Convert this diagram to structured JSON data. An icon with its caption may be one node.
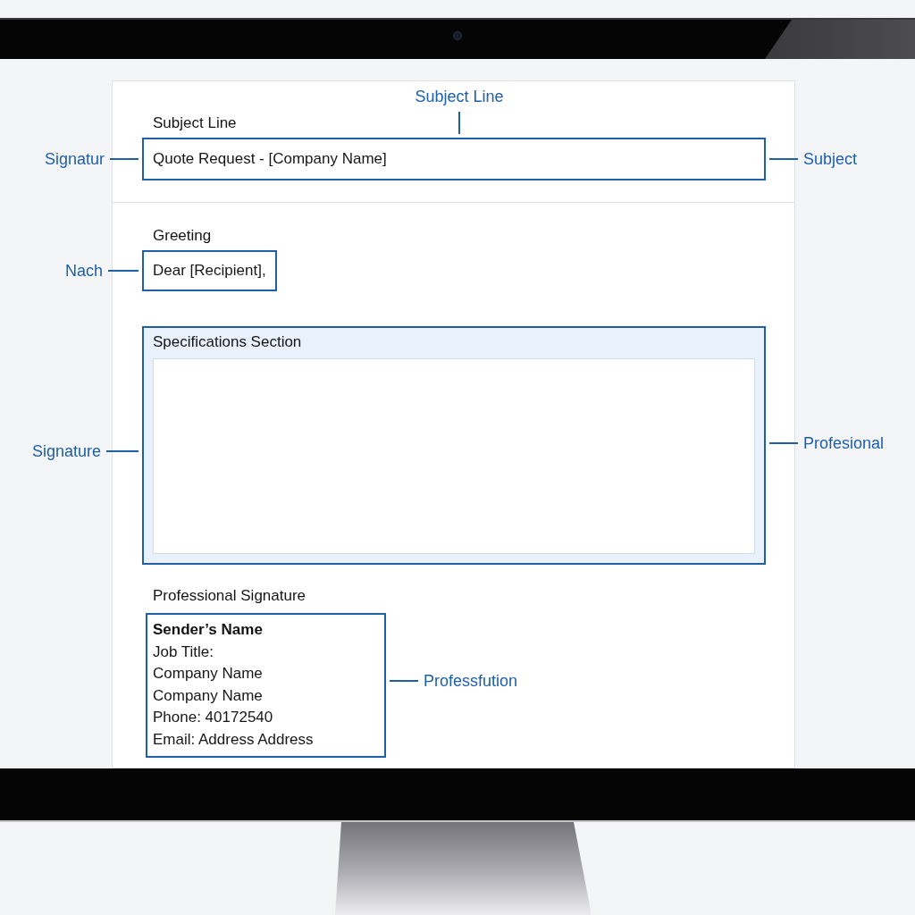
{
  "diagram": {
    "nodes": [
      {
        "text": [
          "Subject Line"
        ]
      },
      {
        "text": [
          "Subject Line",
          "Quote Request - [Company Name]"
        ]
      },
      {
        "text": [
          "Signatur"
        ]
      },
      {
        "text": [
          "Subject"
        ]
      },
      {
        "text": [
          "Greeting",
          "Dear [Recipient],"
        ]
      },
      {
        "text": [
          "Nach"
        ]
      },
      {
        "text": [
          "Specifications Section"
        ]
      },
      {
        "text": [
          "Signature"
        ]
      },
      {
        "text": [
          "Profesional"
        ]
      },
      {
        "text": [
          "Professional Signature",
          "Sender’s Name",
          "Job Title:",
          "Company Name",
          "Company Name",
          "Phone: 40172540",
          "Email: Address Address"
        ]
      },
      {
        "text": [
          "Professfution"
        ]
      }
    ],
    "edges": [
      {
        "from": 0,
        "to": 1,
        "arrow": "none"
      },
      {
        "from": 2,
        "to": 1,
        "arrow": "none"
      },
      {
        "from": 3,
        "to": 1,
        "arrow": "none"
      },
      {
        "from": 5,
        "to": 4,
        "arrow": "none"
      },
      {
        "from": 7,
        "to": 6,
        "arrow": "none"
      },
      {
        "from": 8,
        "to": 6,
        "arrow": "none"
      },
      {
        "from": 10,
        "to": 9,
        "arrow": "none"
      }
    ]
  }
}
